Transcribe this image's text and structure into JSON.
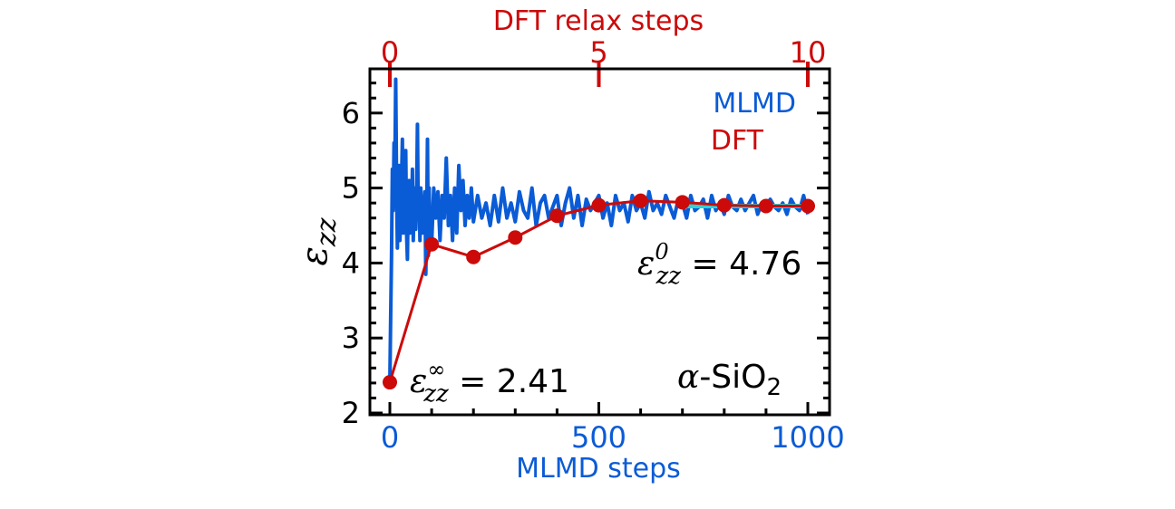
{
  "chart_data": {
    "type": "line",
    "top_xlabel": "DFT relax steps",
    "xlabel": "MLMD steps",
    "ylabel": "ε",
    "ylabel_sub": "zz",
    "xlim": [
      0,
      1000
    ],
    "top_xlim": [
      0,
      10
    ],
    "ylim": [
      2,
      6.6
    ],
    "x_ticks": [
      "0",
      "500",
      "1000"
    ],
    "top_x_ticks": [
      "0",
      "5",
      "10"
    ],
    "y_ticks": [
      "2",
      "3",
      "4",
      "5",
      "6"
    ],
    "grid": false,
    "legend_placement": "top-right",
    "series": [
      {
        "name": "MLMD",
        "axis": "bottom",
        "color": "#0a5bd6",
        "x": [
          0,
          2,
          4,
          6,
          8,
          10,
          12,
          14,
          16,
          18,
          20,
          22,
          24,
          26,
          28,
          30,
          32,
          34,
          36,
          38,
          40,
          42,
          44,
          46,
          48,
          50,
          52,
          54,
          56,
          58,
          60,
          62,
          64,
          66,
          68,
          70,
          72,
          74,
          76,
          78,
          80,
          82,
          84,
          86,
          88,
          90,
          92,
          94,
          96,
          98,
          100,
          105,
          110,
          115,
          120,
          125,
          130,
          135,
          140,
          145,
          150,
          155,
          160,
          165,
          170,
          175,
          180,
          185,
          190,
          195,
          200,
          210,
          220,
          230,
          240,
          250,
          260,
          270,
          280,
          290,
          300,
          310,
          320,
          330,
          340,
          350,
          360,
          370,
          380,
          390,
          400,
          410,
          420,
          430,
          440,
          450,
          460,
          470,
          480,
          490,
          500,
          510,
          520,
          530,
          540,
          550,
          560,
          570,
          580,
          590,
          600,
          610,
          620,
          630,
          640,
          650,
          660,
          670,
          680,
          690,
          700,
          710,
          720,
          730,
          740,
          750,
          760,
          770,
          780,
          790,
          800,
          810,
          820,
          830,
          840,
          850,
          860,
          870,
          880,
          890,
          900,
          910,
          920,
          930,
          940,
          950,
          960,
          970,
          980,
          990,
          1000
        ],
        "y": [
          2.41,
          3.3,
          4.1,
          5.25,
          4.7,
          5.6,
          5.2,
          6.45,
          5.1,
          4.2,
          4.9,
          5.3,
          4.3,
          4.6,
          5.1,
          5.65,
          4.4,
          5.0,
          4.7,
          5.5,
          4.4,
          4.05,
          4.9,
          5.1,
          4.4,
          4.9,
          4.6,
          5.25,
          4.3,
          4.8,
          5.0,
          4.45,
          4.9,
          5.85,
          4.6,
          5.0,
          4.3,
          5.0,
          4.8,
          4.4,
          4.5,
          4.6,
          4.95,
          3.85,
          4.5,
          5.65,
          4.1,
          5.0,
          4.4,
          4.55,
          4.25,
          5.0,
          4.6,
          4.95,
          4.3,
          4.9,
          4.6,
          5.4,
          4.5,
          4.9,
          4.3,
          5.0,
          4.4,
          5.3,
          4.7,
          5.1,
          4.5,
          4.9,
          4.6,
          5.0,
          4.55,
          4.9,
          4.6,
          4.8,
          4.5,
          4.9,
          4.55,
          5.0,
          4.6,
          4.8,
          4.55,
          4.95,
          4.7,
          4.6,
          5.0,
          4.5,
          4.8,
          4.9,
          4.6,
          4.75,
          4.9,
          4.5,
          4.8,
          5.0,
          4.6,
          4.9,
          4.5,
          4.85,
          4.7,
          4.8,
          4.9,
          4.6,
          4.8,
          4.5,
          4.9,
          4.7,
          4.8,
          4.55,
          4.9,
          4.7,
          4.8,
          4.6,
          4.95,
          4.7,
          4.8,
          4.65,
          4.9,
          4.75,
          4.6,
          4.85,
          4.8,
          4.6,
          4.9,
          4.7,
          4.75,
          4.85,
          4.6,
          4.9,
          4.7,
          4.8,
          4.65,
          4.9,
          4.75,
          4.7,
          4.85,
          4.7,
          4.8,
          4.9,
          4.65,
          4.8,
          4.7,
          4.85,
          4.75,
          4.7,
          4.8,
          4.65,
          4.85,
          4.75,
          4.7,
          4.9,
          4.65
        ]
      },
      {
        "name": "DFT",
        "axis": "top",
        "color": "#cc0a0a",
        "x": [
          0,
          1,
          2,
          3,
          4,
          5,
          6,
          7,
          8,
          9,
          10
        ],
        "y": [
          2.41,
          4.25,
          4.08,
          4.34,
          4.63,
          4.77,
          4.83,
          4.81,
          4.77,
          4.76,
          4.76
        ]
      },
      {
        "axis": "bottom",
        "color": "#2ad4d4",
        "x": [
          710,
          1000
        ],
        "y": [
          4.76,
          4.76
        ]
      }
    ],
    "annotations": {
      "eps_inf": {
        "sym": "ε",
        "sub": "zz",
        "sup": "∞",
        "text": " = 2.41"
      },
      "eps_zero": {
        "sym": "ε",
        "sub": "zz",
        "sup": "0",
        "text": " = 4.76"
      },
      "material": {
        "prefix": "α",
        "main": "-SiO",
        "sub": "2"
      }
    }
  }
}
